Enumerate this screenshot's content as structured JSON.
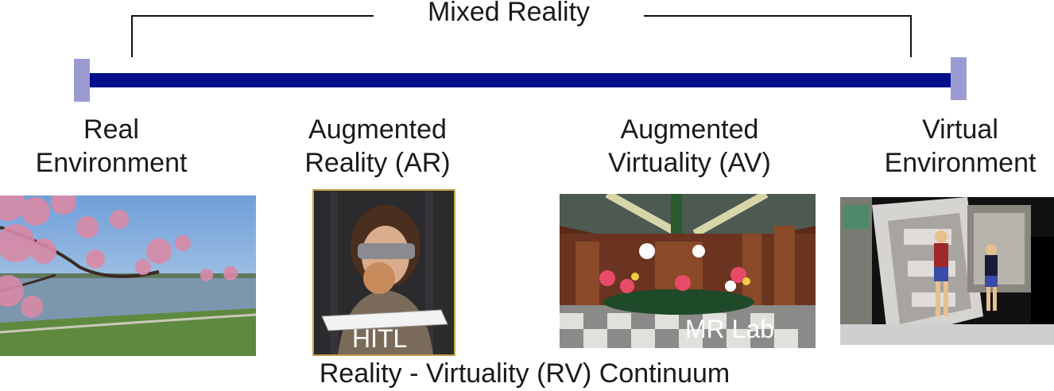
{
  "diagram": {
    "top_label": "Mixed Reality",
    "caption": "Reality - Virtuality (RV) Continuum",
    "colors": {
      "bar": "#000f8c",
      "end_caps": "#9b9bd2"
    },
    "stages": [
      {
        "line1": "Real",
        "line2": "Environment",
        "image_icon": "cherry-blossom-lake-photo",
        "overlay": ""
      },
      {
        "line1": "Augmented",
        "line2": "Reality (AR)",
        "image_icon": "hmd-user-photo",
        "overlay": "HITL"
      },
      {
        "line1": "Augmented",
        "line2": "Virtuality (AV)",
        "image_icon": "virtual-flower-room-photo",
        "overlay": "MR Lab"
      },
      {
        "line1": "Virtual",
        "line2": "Environment",
        "image_icon": "virtual-space-station-photo",
        "overlay": ""
      }
    ]
  }
}
